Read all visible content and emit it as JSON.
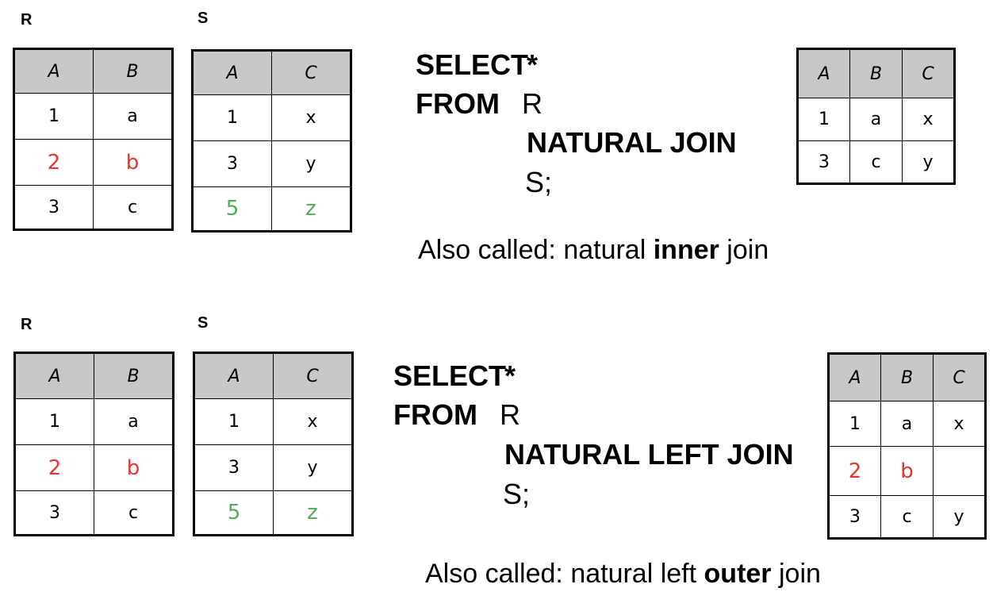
{
  "top": {
    "label_r": "R",
    "label_s": "S",
    "R": {
      "headers": [
        "A",
        "B"
      ],
      "rows": [
        [
          "1",
          "a"
        ],
        [
          "2",
          "b"
        ],
        [
          "3",
          "c"
        ]
      ]
    },
    "S": {
      "headers": [
        "A",
        "C"
      ],
      "rows": [
        [
          "1",
          "x"
        ],
        [
          "3",
          "y"
        ],
        [
          "5",
          "z"
        ]
      ]
    },
    "sql": {
      "select": "SELECT",
      "star": "*",
      "from": "FROM",
      "rel_r": "R",
      "join": "NATURAL JOIN",
      "rel_s": "S;"
    },
    "result": {
      "headers": [
        "A",
        "B",
        "C"
      ],
      "rows": [
        [
          "1",
          "a",
          "x"
        ],
        [
          "3",
          "c",
          "y"
        ]
      ]
    },
    "note": {
      "prefix": "Also called: natural ",
      "bold": "inner",
      "suffix": " join"
    }
  },
  "bottom": {
    "label_r": "R",
    "label_s": "S",
    "R": {
      "headers": [
        "A",
        "B"
      ],
      "rows": [
        [
          "1",
          "a"
        ],
        [
          "2",
          "b"
        ],
        [
          "3",
          "c"
        ]
      ]
    },
    "S": {
      "headers": [
        "A",
        "C"
      ],
      "rows": [
        [
          "1",
          "x"
        ],
        [
          "3",
          "y"
        ],
        [
          "5",
          "z"
        ]
      ]
    },
    "sql": {
      "select": "SELECT",
      "star": "*",
      "from": "FROM",
      "rel_r": "R",
      "join": "NATURAL LEFT JOIN",
      "rel_s": "S;"
    },
    "result": {
      "headers": [
        "A",
        "B",
        "C"
      ],
      "rows": [
        [
          "1",
          "a",
          "x"
        ],
        [
          "2",
          "b",
          ""
        ],
        [
          "3",
          "c",
          "y"
        ]
      ]
    },
    "note": {
      "prefix": "Also called: natural left ",
      "bold": "outer",
      "suffix": " join"
    }
  },
  "colors": {
    "unmatched_r": "#e8342a",
    "unmatched_s": "#4caf50",
    "header_bg": "#c8c8c8"
  }
}
